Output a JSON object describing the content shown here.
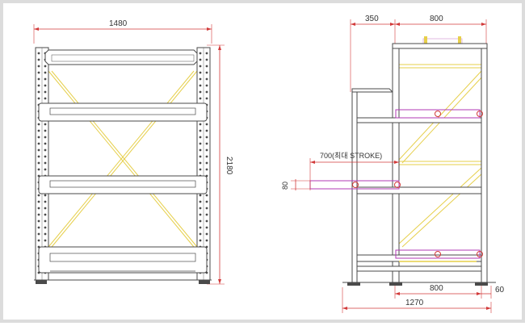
{
  "dimensions": {
    "front_width": "1480",
    "height": "2180",
    "side_offset": "350",
    "side_depth_top": "800",
    "stroke_label": "700(최대 STROKE)",
    "drawer_height": "80",
    "side_depth_bottom": "800",
    "foot": "60",
    "total_depth": "1270"
  },
  "colors": {
    "frame": "#4a4a4a",
    "dimension_line": "#d23a3a",
    "brace": "#e6cf4a",
    "drawer": "#b03ab5",
    "background": "#ffffff",
    "border": "#dcdcdc"
  }
}
